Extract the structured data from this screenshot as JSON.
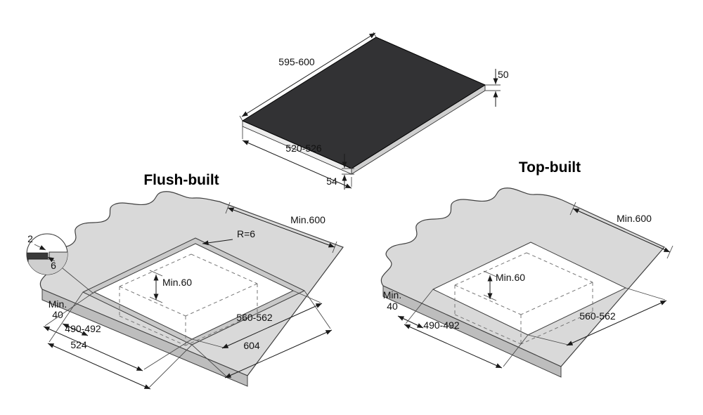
{
  "titles": {
    "flush": "Flush-built",
    "top_built": "Top-built"
  },
  "panel": {
    "width": "595-600",
    "depth": "520-526",
    "thickness": "50",
    "edge": "54"
  },
  "flush": {
    "min600": "Min.600",
    "radius": "R=6",
    "min60": "Min.60",
    "min40_line1": "Min.",
    "min40_line2": "40",
    "cutout_depth": "490-492",
    "recess_depth": "524",
    "cutout_width": "560-562",
    "recess_width": "604",
    "detail": {
      "gap": "2",
      "depth": "6"
    }
  },
  "top_built": {
    "min600": "Min.600",
    "min60": "Min.60",
    "min40_line1": "Min.",
    "min40_line2": "40",
    "cutout_depth": "490-492",
    "cutout_width": "560-562"
  }
}
